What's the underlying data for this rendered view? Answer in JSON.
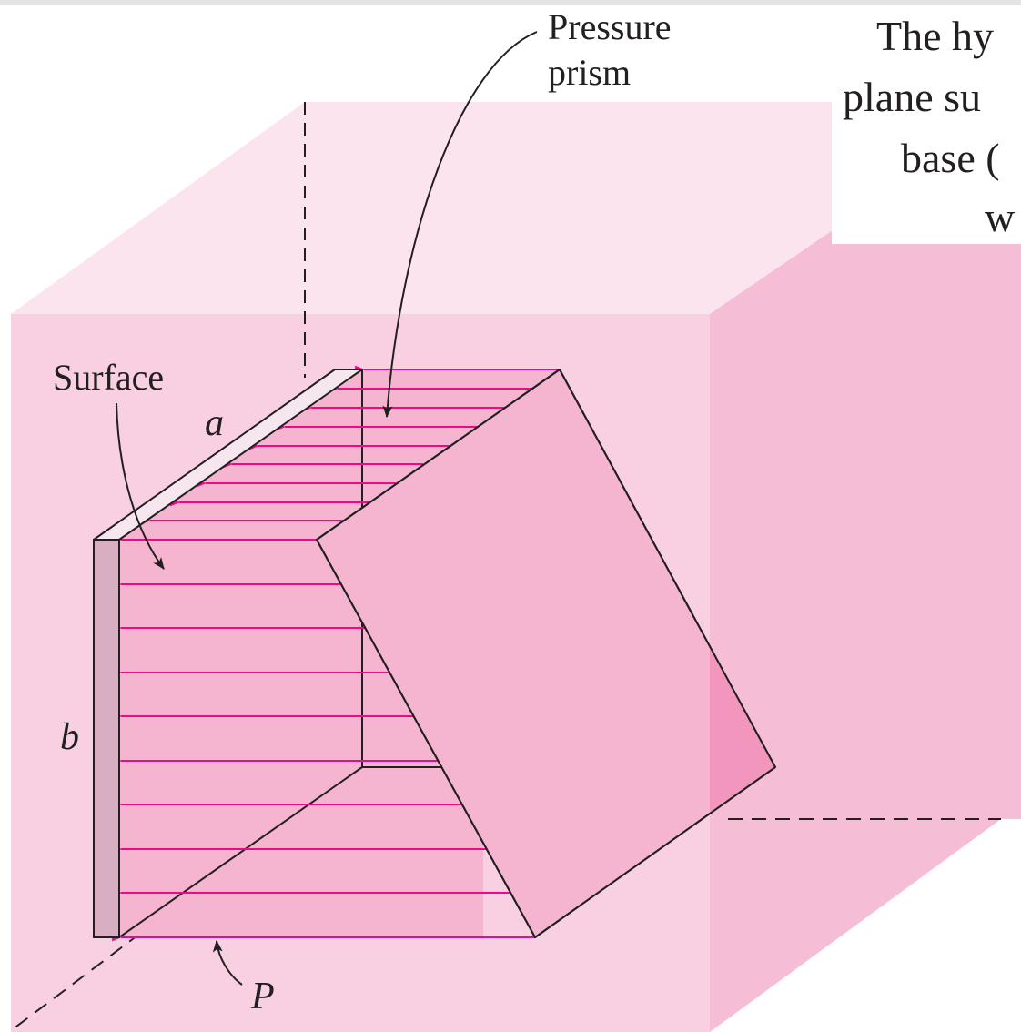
{
  "figure": {
    "labels": {
      "pressure_prism_line1": "Pressure",
      "pressure_prism_line2": "prism",
      "surface": "Surface",
      "dim_a": "a",
      "dim_b": "b",
      "pressure_p": "P"
    },
    "caption_lines": [
      "The hy",
      "plane su",
      "base (",
      "w"
    ],
    "colors": {
      "fluid_front": "#f9d0e1",
      "fluid_top": "#fce4ee",
      "fluid_side": "#f6bed6",
      "prism": "#f5b4d0",
      "prism_overlap": "#f396bd",
      "plate_side": "#d8aec2",
      "plate_top": "#f6e7ef",
      "arrows": "#ec0a8c",
      "lines": "#231f20"
    },
    "icons": [
      "pressure-arrow-icon",
      "leader-arrow-icon"
    ]
  }
}
